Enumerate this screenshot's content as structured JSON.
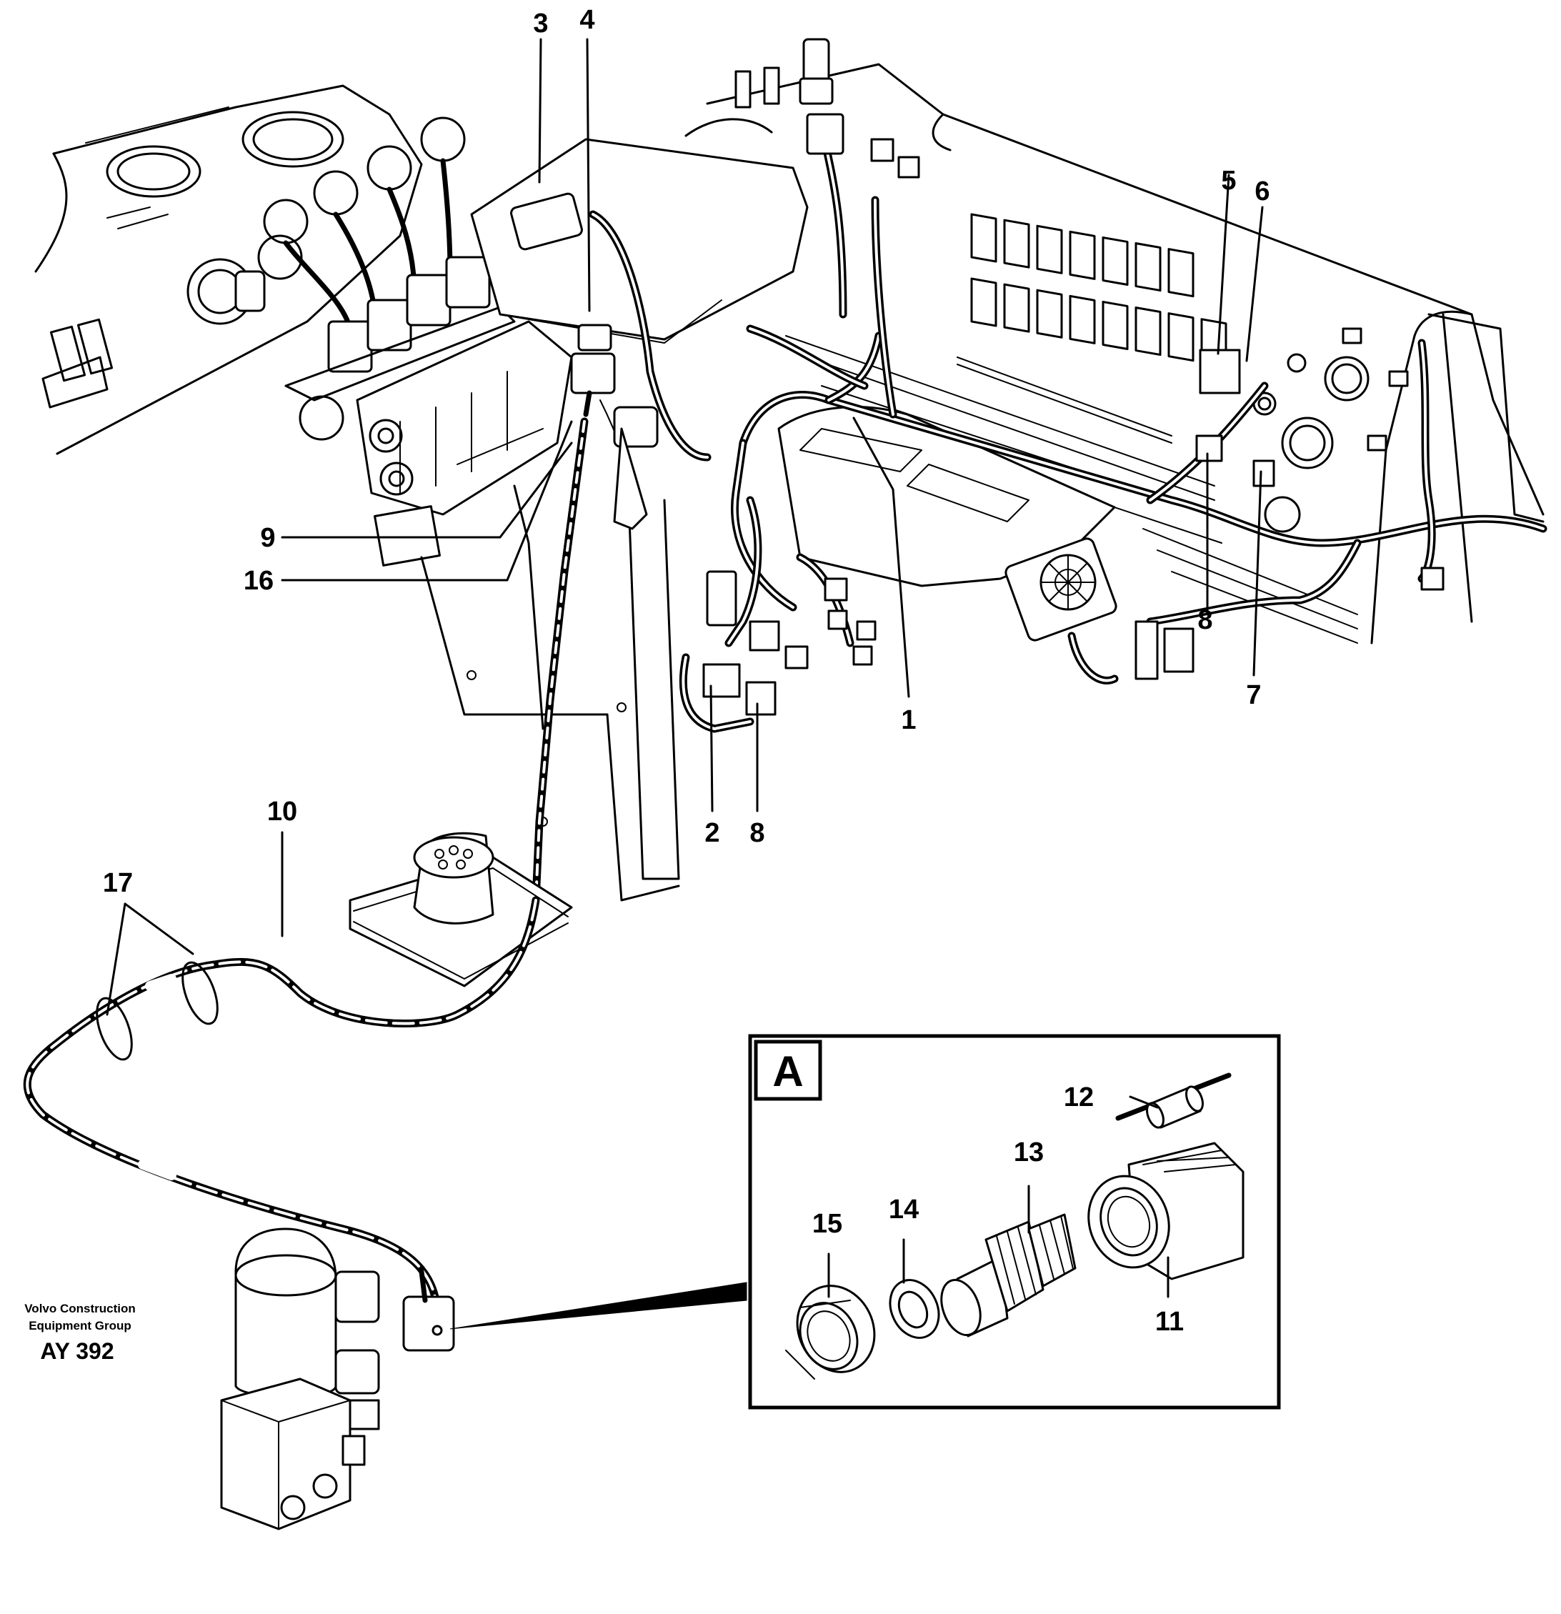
{
  "callouts": {
    "c1": "1",
    "c2": "2",
    "c3": "3",
    "c4": "4",
    "c5": "5",
    "c6": "6",
    "c7": "7",
    "c8a": "8",
    "c8b": "8",
    "c9": "9",
    "c10": "10",
    "c11": "11",
    "c12": "12",
    "c13": "13",
    "c14": "14",
    "c15": "15",
    "c16": "16",
    "c17": "17"
  },
  "detail_box": {
    "label": "A"
  },
  "credit": {
    "line1": "Volvo Construction",
    "line2": "Equipment Group",
    "code": "AY 392"
  }
}
